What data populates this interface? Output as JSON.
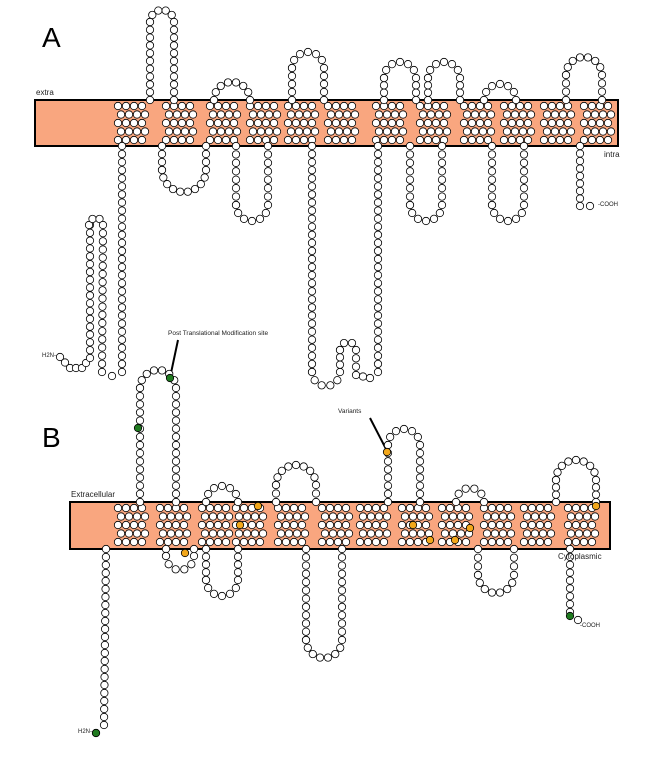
{
  "panel_a": {
    "label": "A",
    "extra_label": "extra",
    "intra_label": "intra",
    "n_term": "H2N-",
    "c_term": "-COOH"
  },
  "panel_b": {
    "label": "B",
    "extra_label": "Extracellular",
    "intra_label": "Cytoplasmic",
    "n_term": "H2N-",
    "c_term": "-COOH",
    "ptm_annotation": "Post Translational Modification site",
    "variant_annotation": "Variants"
  },
  "colors": {
    "membrane": "#f9a67f",
    "ptm": "#1f7a1f",
    "variant": "#f2a71b"
  }
}
